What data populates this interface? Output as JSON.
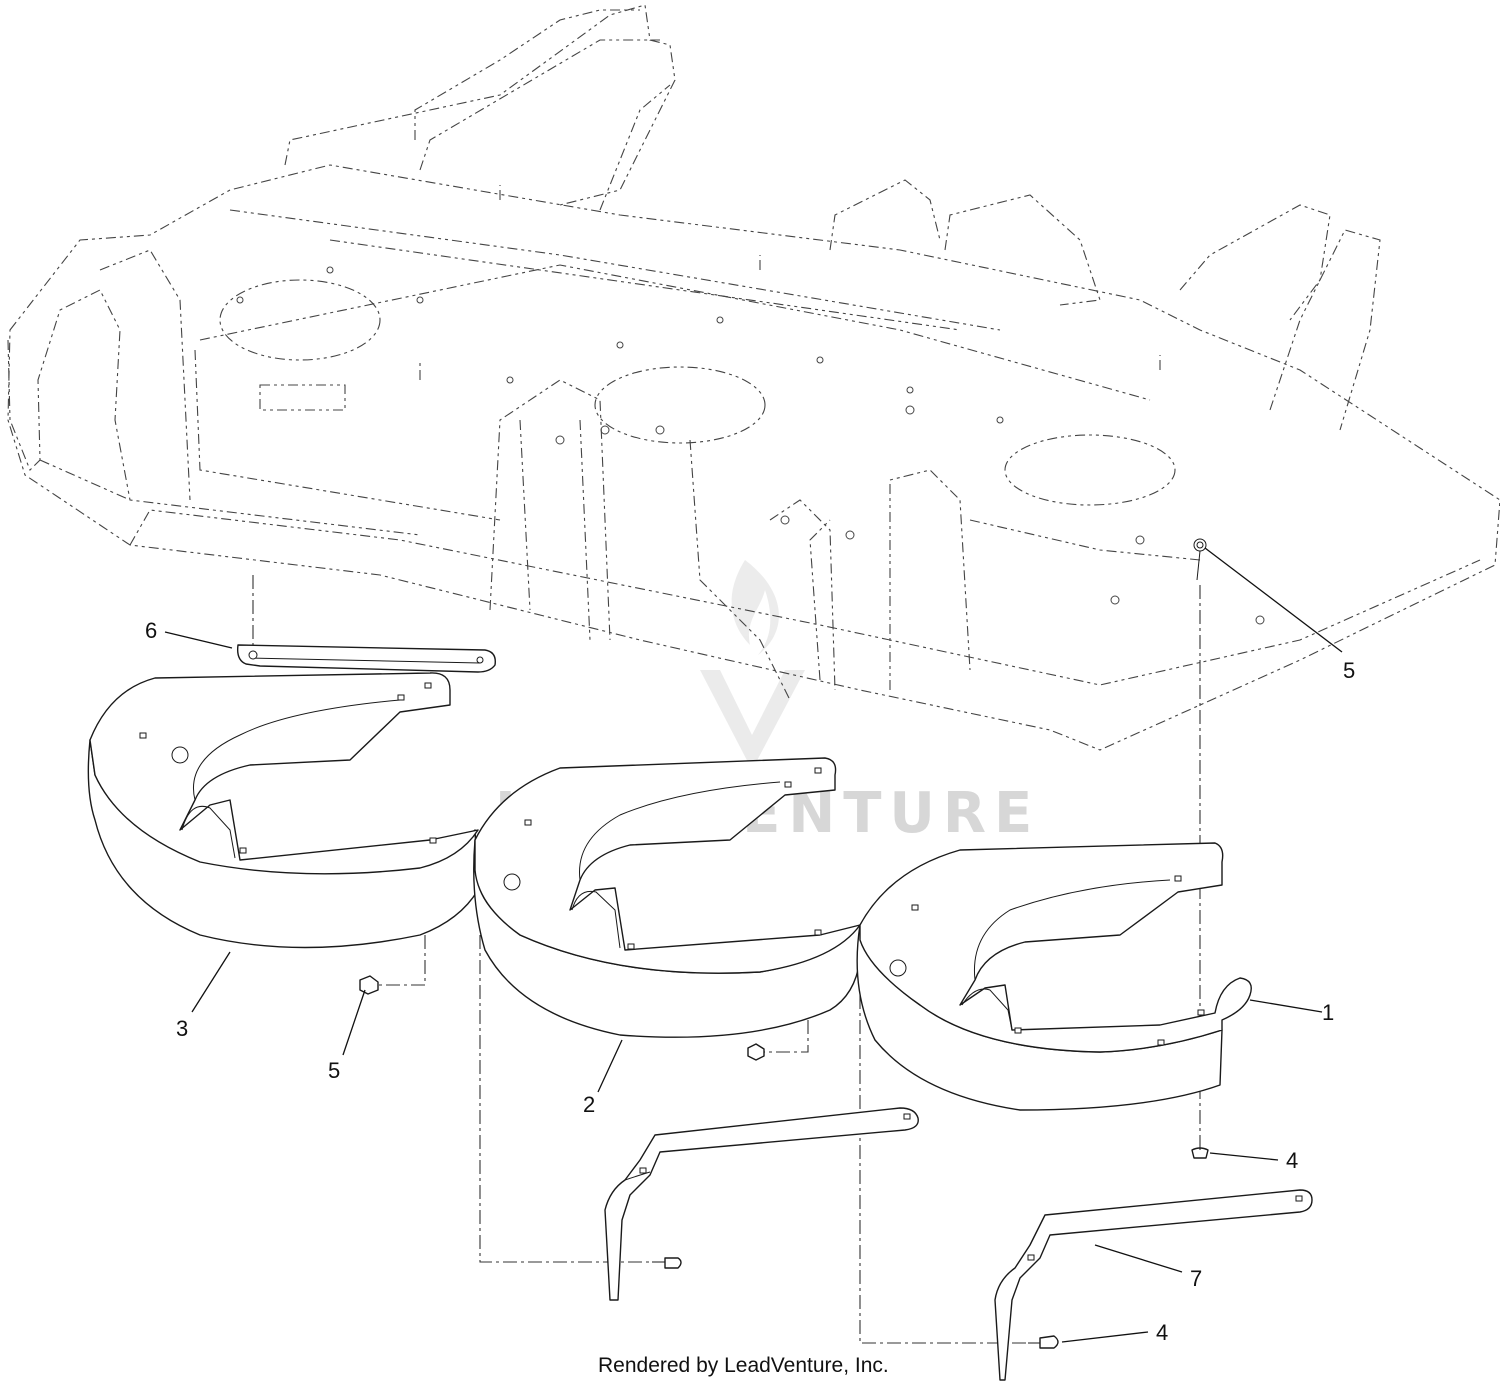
{
  "callouts": {
    "c1": "1",
    "c2": "2",
    "c3": "3",
    "c4a": "4",
    "c4b": "4",
    "c5a": "5",
    "c5b": "5",
    "c6": "6",
    "c7": "7"
  },
  "watermark": "LEADVENTURE",
  "footer": "Rendered by LeadVenture, Inc."
}
